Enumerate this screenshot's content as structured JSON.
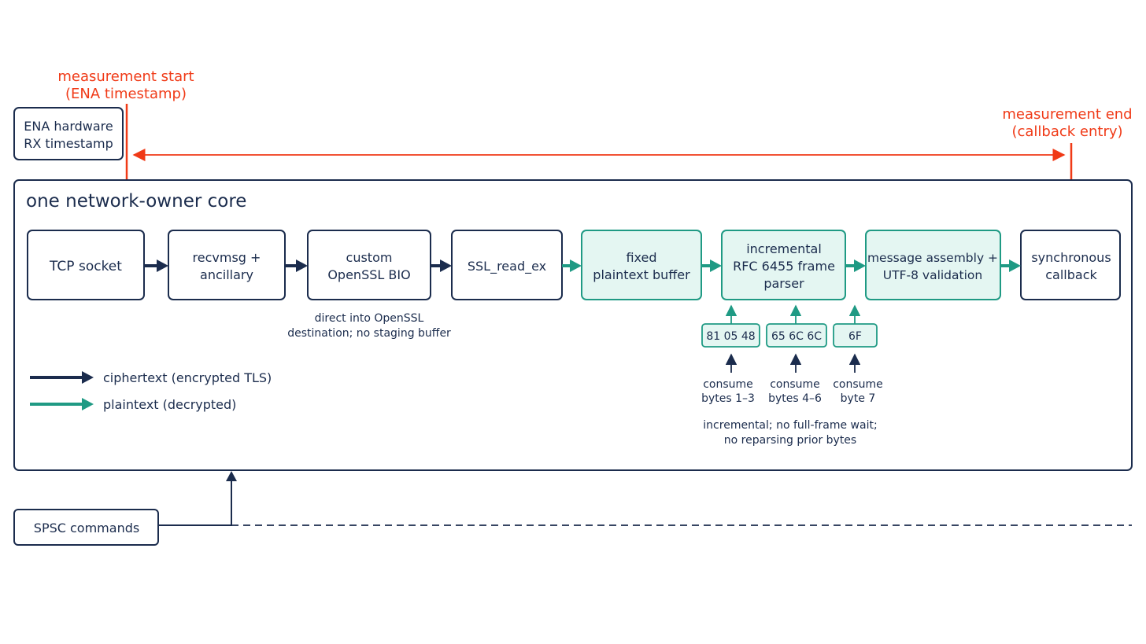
{
  "colors": {
    "navy": "#1b2c4d",
    "teal": "#1f9a84",
    "teal_fill": "#e4f6f2",
    "measurement_red": "#f03a17"
  },
  "measurement": {
    "start_label_1": "measurement start",
    "start_label_2": "(ENA timestamp)",
    "end_label_1": "measurement end",
    "end_label_2": "(callback entry)"
  },
  "ena_box": {
    "line_1": "ENA hardware",
    "line_2": "RX timestamp"
  },
  "core": {
    "title": "one network-owner core"
  },
  "pipeline": {
    "tcp_socket": "TCP socket",
    "recvmsg_1": "recvmsg +",
    "recvmsg_2": "ancillary",
    "bio_1": "custom",
    "bio_2": "OpenSSL BIO",
    "ssl_read": "SSL_read_ex",
    "buffer_1": "fixed",
    "buffer_2": "plaintext buffer",
    "parser_1": "incremental",
    "parser_2": "RFC 6455 frame",
    "parser_3": "parser",
    "assembly_1": "message assembly +",
    "assembly_2": "UTF-8 validation",
    "callback_1": "synchronous",
    "callback_2": "callback"
  },
  "bio_note": {
    "line_1": "direct into OpenSSL",
    "line_2": "destination; no staging buffer"
  },
  "bytes": {
    "chunk_1": "81 05 48",
    "chunk_2": "65 6C 6C",
    "chunk_3": "6F",
    "consume_1a": "consume",
    "consume_1b": "bytes 1–3",
    "consume_2a": "consume",
    "consume_2b": "bytes 4–6",
    "consume_3a": "consume",
    "consume_3b": "byte 7",
    "note_1": "incremental; no full-frame wait;",
    "note_2": "no reparsing prior bytes"
  },
  "legend": {
    "ciphertext": "ciphertext (encrypted TLS)",
    "plaintext": "plaintext (decrypted)"
  },
  "spsc": {
    "label": "SPSC commands"
  }
}
